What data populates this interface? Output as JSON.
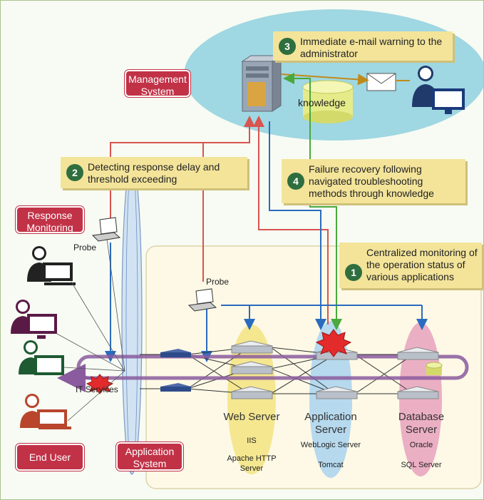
{
  "callouts": {
    "c1": {
      "num": "1",
      "text": "Centralized monitoring of the operation status of various applications"
    },
    "c2": {
      "num": "2",
      "text": "Detecting response delay and threshold exceeding"
    },
    "c3": {
      "num": "3",
      "text": "Immediate e-mail warning to the administrator"
    },
    "c4": {
      "num": "4",
      "text": "Failure recovery following navigated troubleshooting methods through knowledge"
    }
  },
  "boxes": {
    "management": "Management System",
    "response": "Response Monitoring",
    "enduser": "End User",
    "application": "Application System"
  },
  "labels": {
    "knowledge": "knowledge",
    "probe_left": "Probe",
    "probe_mid": "Probe",
    "it_services": "IT Services"
  },
  "tiers": {
    "web": {
      "title": "Web Server",
      "items": [
        "IIS",
        "Apache HTTP Server"
      ]
    },
    "app": {
      "title": "Application Server",
      "items": [
        "WebLogic Server",
        "Tomcat"
      ]
    },
    "db": {
      "title": "Database Server",
      "items": [
        "Oracle",
        "SQL Server"
      ]
    }
  },
  "colors": {
    "callout": "#f3e49a",
    "step_circle": "#2f6e3e",
    "system_box": "#c13247",
    "management_zone": "#7ec7d6",
    "alert_line": "#d9534f",
    "monitor_line": "#2a6bbf",
    "recovery_line": "#4aa83c",
    "it_service_band": "#8a5b9e"
  }
}
